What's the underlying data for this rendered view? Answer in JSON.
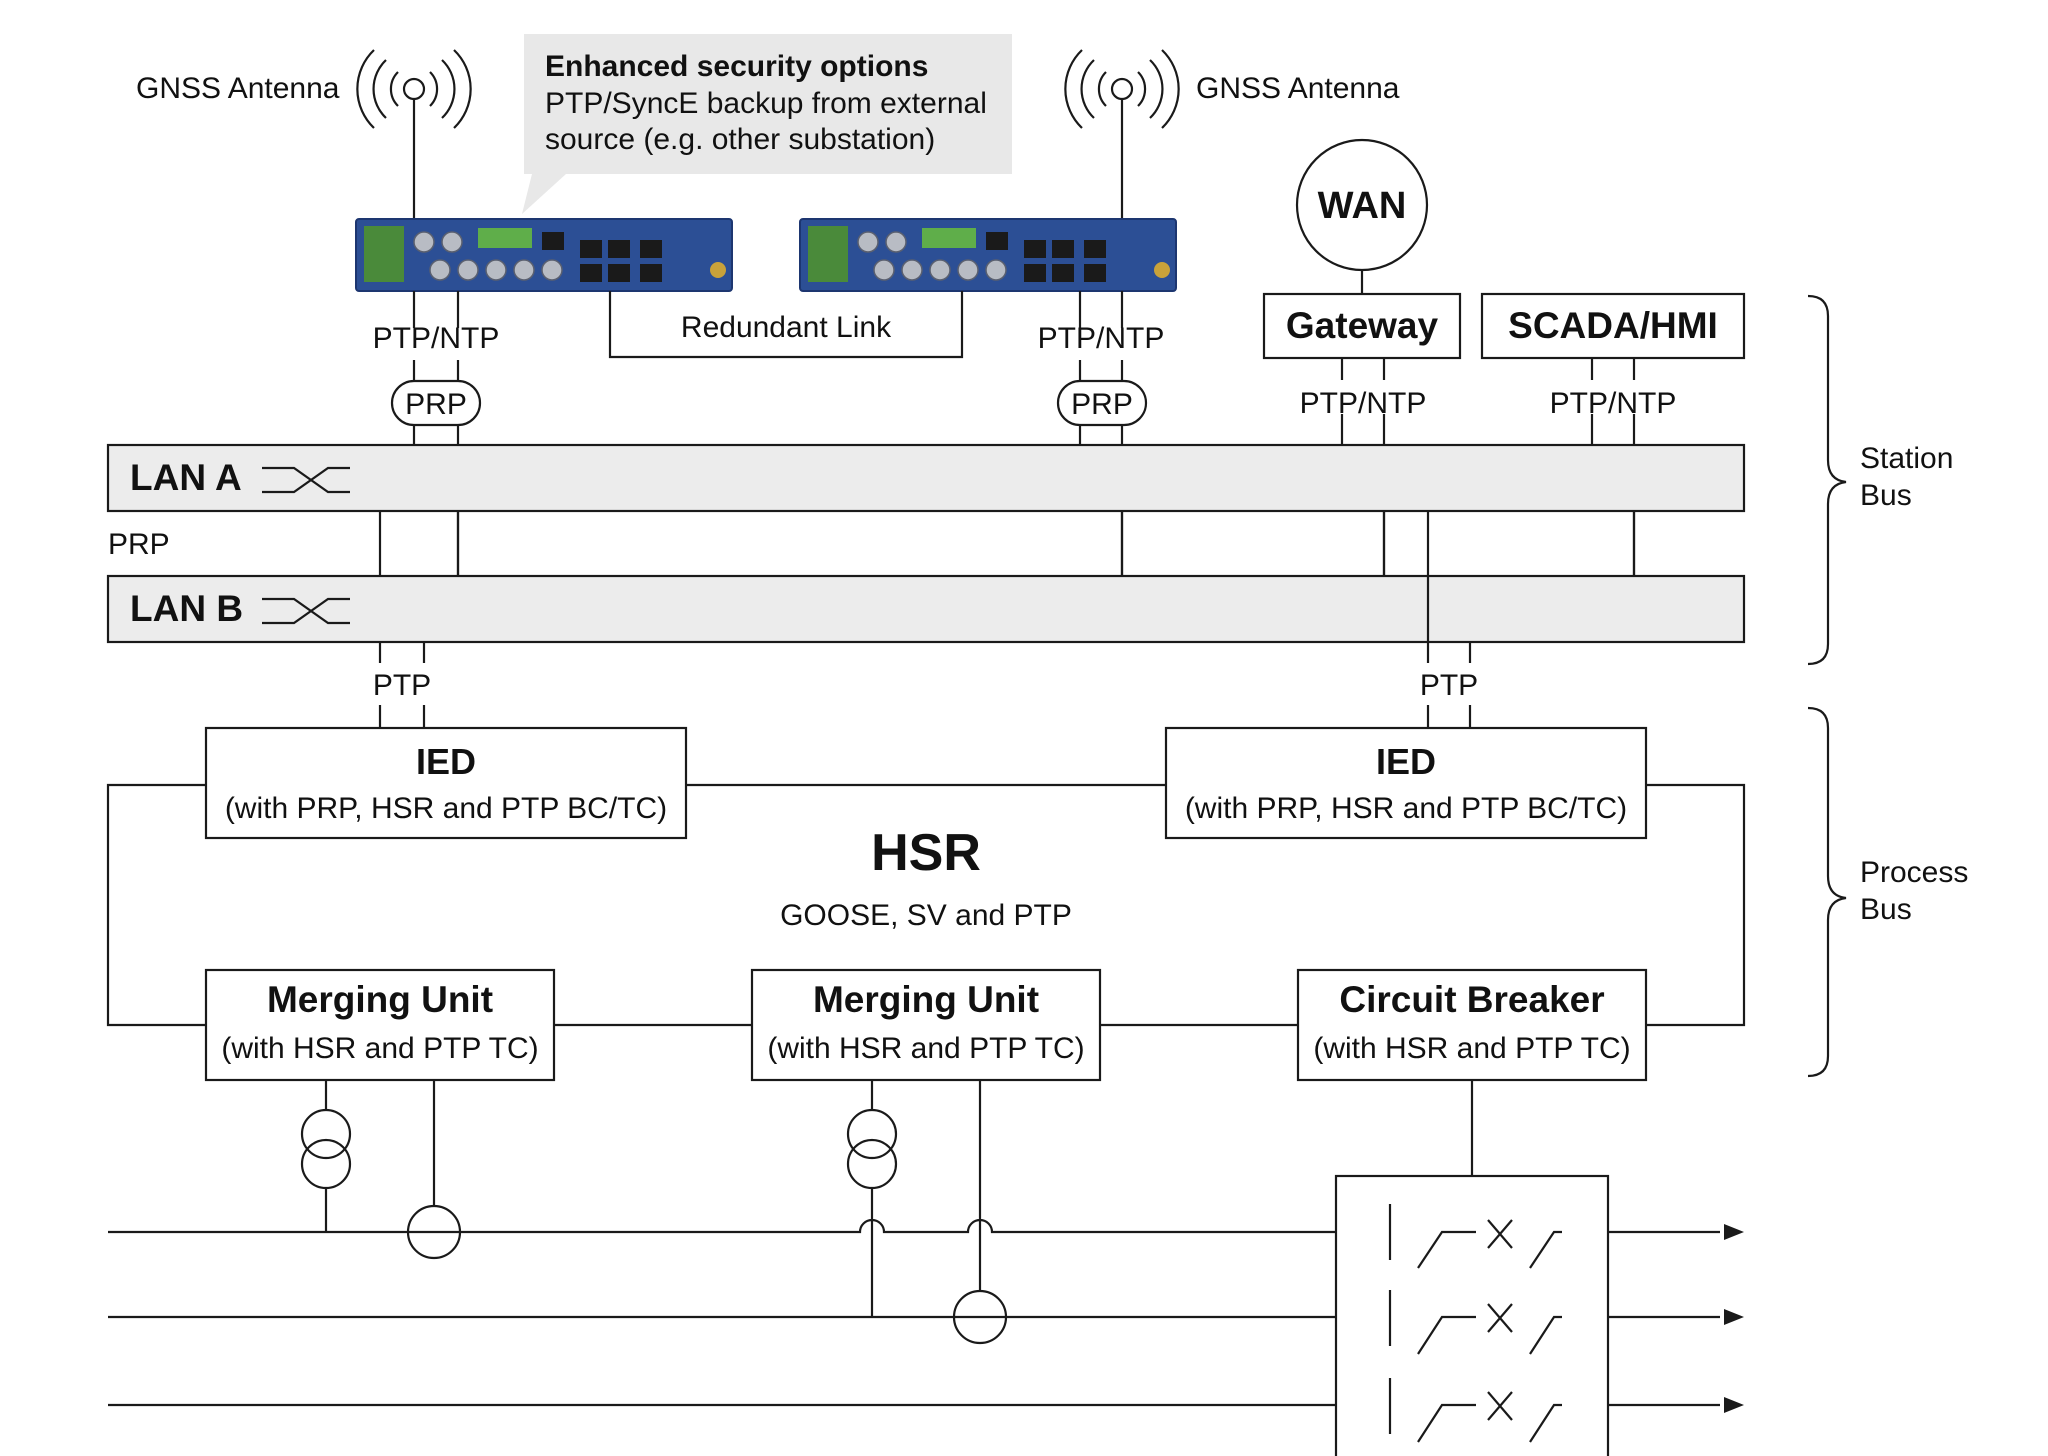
{
  "antennas": {
    "left_label": "GNSS Antenna",
    "right_label": "GNSS Antenna"
  },
  "callout": {
    "title": "Enhanced security options",
    "line1": "PTP/SyncE backup from external",
    "line2": "source (e.g. other substation)"
  },
  "redundant_link": "Redundant Link",
  "wan": "WAN",
  "gateway": "Gateway",
  "scada": "SCADA/HMI",
  "ptp_ntp": [
    "PTP/NTP",
    "PTP/NTP",
    "PTP/NTP",
    "PTP/NTP"
  ],
  "prp_badges": [
    "PRP",
    "PRP"
  ],
  "lan_a": "LAN A",
  "lan_b": "LAN B",
  "prp_side": "PRP",
  "ptp": [
    "PTP",
    "PTP"
  ],
  "station_bus": [
    "Station",
    "Bus"
  ],
  "process_bus": [
    "Process",
    "Bus"
  ],
  "ied": [
    {
      "title": "IED",
      "subtitle": "(with PRP,  HSR and PTP BC/TC)"
    },
    {
      "title": "IED",
      "subtitle": "(with PRP,  HSR and PTP BC/TC)"
    }
  ],
  "hsr": {
    "title": "HSR",
    "subtitle": "GOOSE, SV and PTP"
  },
  "merging_units": [
    {
      "title": "Merging Unit",
      "subtitle": "(with HSR and PTP TC)"
    },
    {
      "title": "Merging Unit",
      "subtitle": "(with HSR and PTP TC)"
    }
  ],
  "circuit_breaker": {
    "title": "Circuit Breaker",
    "subtitle": "(with HSR and PTP TC)"
  },
  "colors": {
    "lan_fill": "#ececec",
    "callout_fill": "#e8e8e8",
    "device_blue": "#2c4f95"
  }
}
